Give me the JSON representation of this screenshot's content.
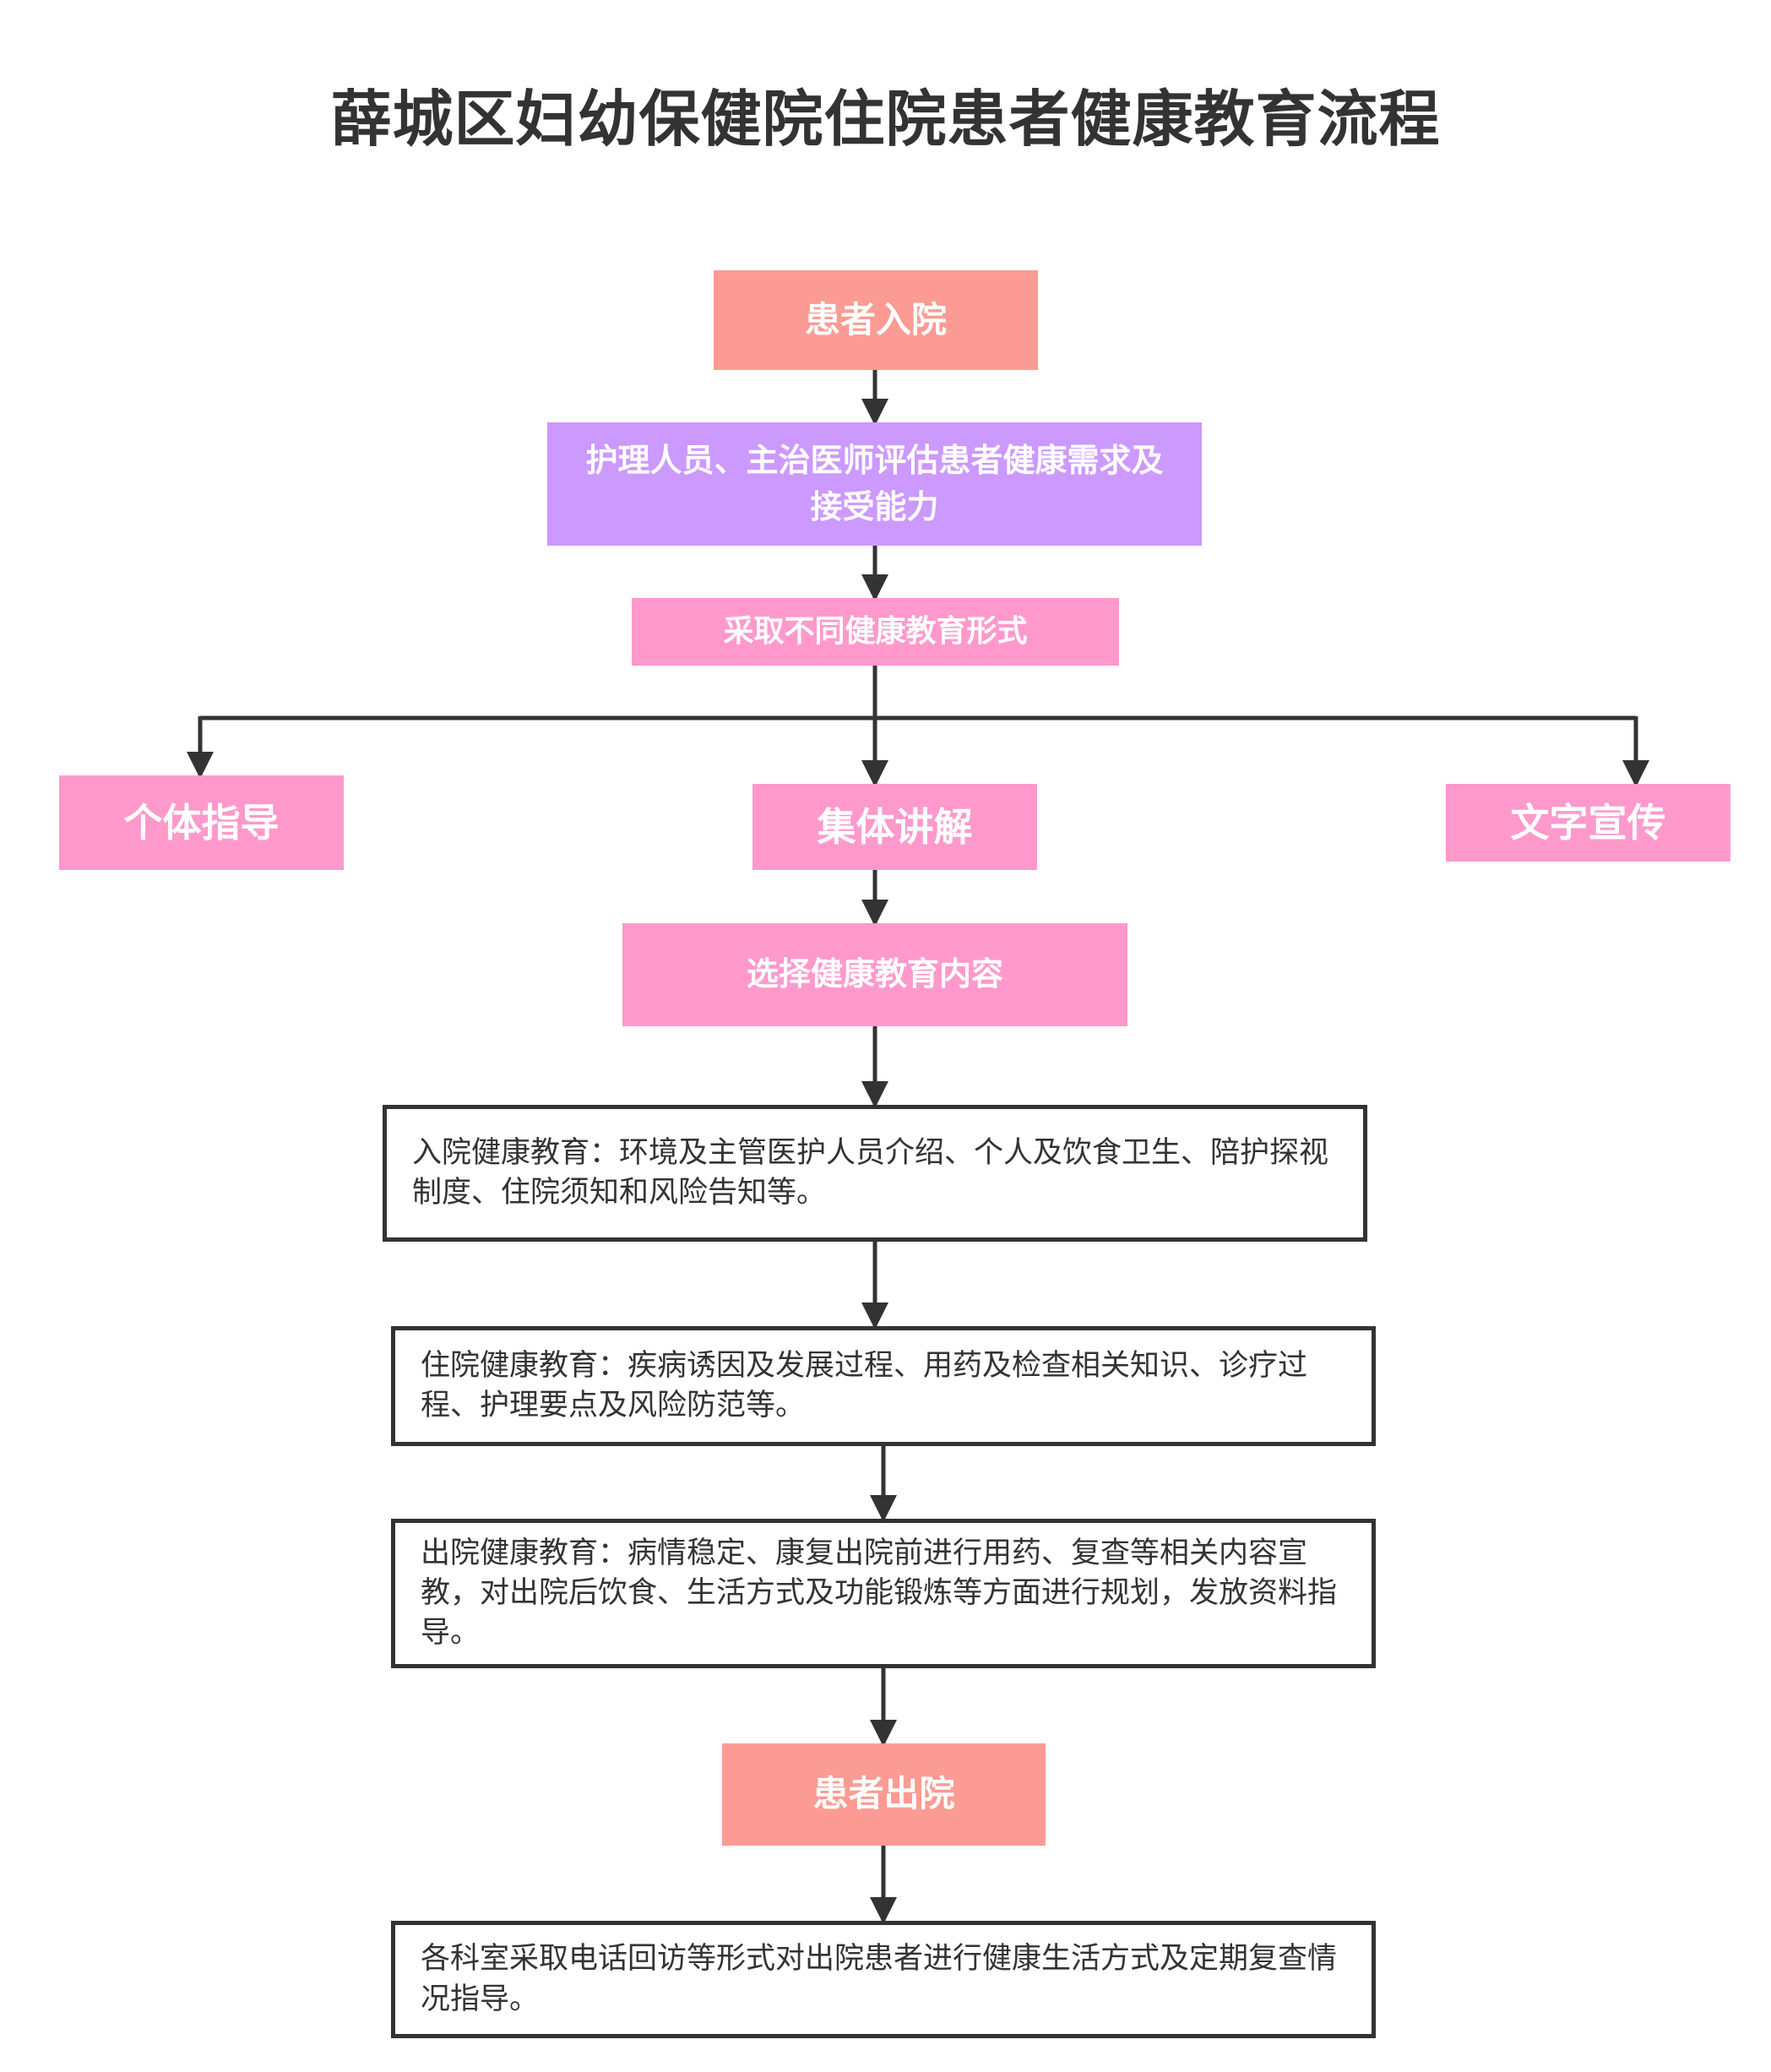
{
  "title": "薛城区妇幼保健院住院患者健康教育流程",
  "colors": {
    "salmon": "#fc9b93",
    "purple": "#cc99ff",
    "pink": "#ff99cc",
    "line": "#333333",
    "text_dark": "#333333"
  },
  "nodes": {
    "admission": "患者入院",
    "assessment": "护理人员、主治医师评估患者健康需求及接受能力",
    "forms": "采取不同健康教育形式",
    "individual": "个体指导",
    "group": "集体讲解",
    "written": "文字宣传",
    "select_content": "选择健康教育内容",
    "admission_edu": "入院健康教育：环境及主管医护人员介绍、个人及饮食卫生、陪护探视制度、住院须知和风险告知等。",
    "inpatient_edu": "住院健康教育：疾病诱因及发展过程、用药及检查相关知识、诊疗过程、护理要点及风险防范等。",
    "discharge_edu": "出院健康教育：病情稳定、康复出院前进行用药、复查等相关内容宣教，对出院后饮食、生活方式及功能锻炼等方面进行规划，发放资料指导。",
    "discharge": "患者出院",
    "followup": "各科室采取电话回访等形式对出院患者进行健康生活方式及定期复查情况指导。"
  }
}
